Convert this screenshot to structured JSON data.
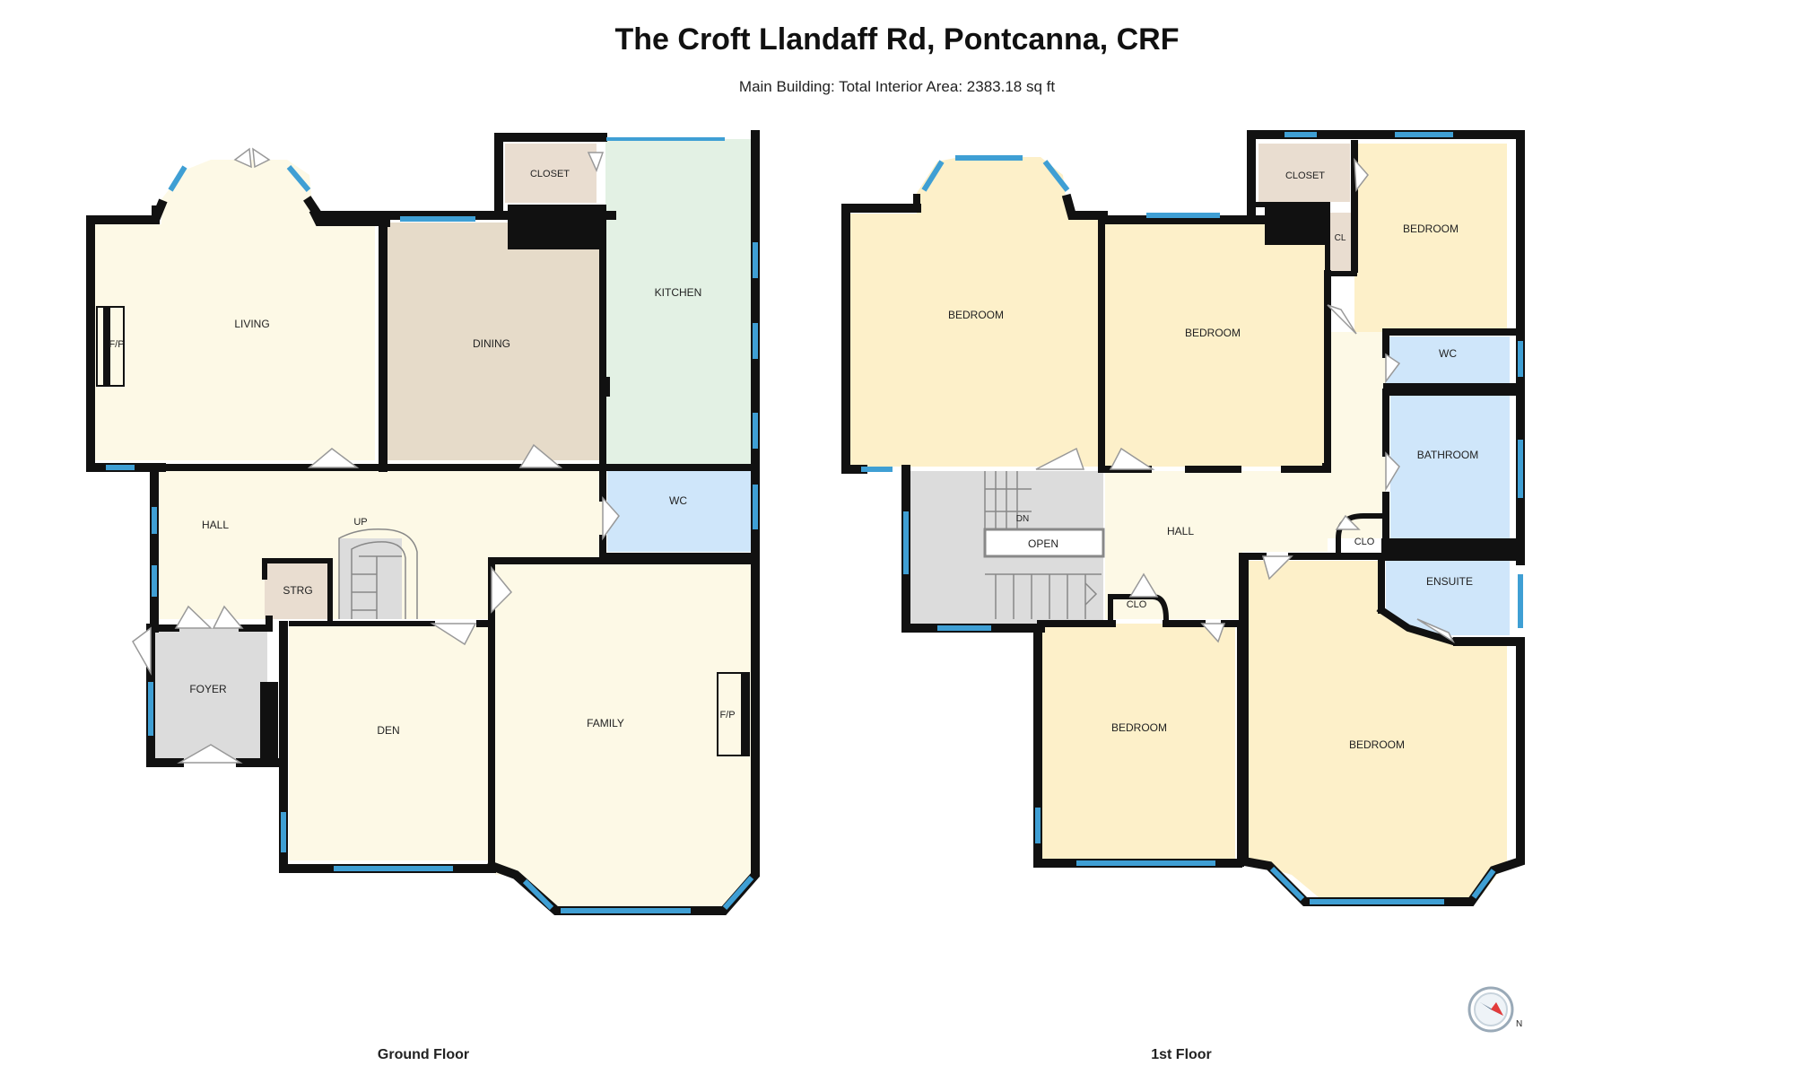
{
  "title": "The Croft Llandaff Rd, Pontcanna, CRF",
  "subtitle": "Main Building: Total Interior Area: 2383.18 sq ft",
  "floors": {
    "ground": {
      "label": "Ground Floor",
      "rooms": [
        {
          "key": "living",
          "label": "LIVING"
        },
        {
          "key": "fp1",
          "label": "F/P"
        },
        {
          "key": "closet",
          "label": "CLOSET"
        },
        {
          "key": "dining",
          "label": "DINING"
        },
        {
          "key": "kitchen",
          "label": "KITCHEN"
        },
        {
          "key": "hall",
          "label": "HALL"
        },
        {
          "key": "up",
          "label": "UP"
        },
        {
          "key": "wc",
          "label": "WC"
        },
        {
          "key": "strg",
          "label": "STRG"
        },
        {
          "key": "foyer",
          "label": "FOYER"
        },
        {
          "key": "den",
          "label": "DEN"
        },
        {
          "key": "family",
          "label": "FAMILY"
        },
        {
          "key": "fp2",
          "label": "F/P"
        }
      ]
    },
    "first": {
      "label": "1st Floor",
      "rooms": [
        {
          "key": "bed1",
          "label": "BEDROOM"
        },
        {
          "key": "bed2",
          "label": "BEDROOM"
        },
        {
          "key": "closet",
          "label": "CLOSET"
        },
        {
          "key": "cl",
          "label": "CL"
        },
        {
          "key": "bed3",
          "label": "BEDROOM"
        },
        {
          "key": "wc",
          "label": "WC"
        },
        {
          "key": "bathroom",
          "label": "BATHROOM"
        },
        {
          "key": "dn",
          "label": "DN"
        },
        {
          "key": "open",
          "label": "OPEN"
        },
        {
          "key": "hall",
          "label": "HALL"
        },
        {
          "key": "clo1",
          "label": "CLO"
        },
        {
          "key": "clo2",
          "label": "CLO"
        },
        {
          "key": "ensuite",
          "label": "ENSUITE"
        },
        {
          "key": "bed4",
          "label": "BEDROOM"
        },
        {
          "key": "bed5",
          "label": "BEDROOM"
        }
      ]
    }
  },
  "compass": {
    "label": "N",
    "icon": "compass-icon"
  },
  "colors": {
    "living": "#fdf9e6",
    "dining": "#e6dbc9",
    "kitchen": "#e3f1e4",
    "closet": "#e9ddd0",
    "hall": "#fdf9e6",
    "wc": "#cfe6fa",
    "foyer": "#dcdcdc",
    "strg": "#e9ddd0",
    "bedroom": "#fdf0c9",
    "stairs": "#dcdcdc",
    "wall": "#111111",
    "window": "#3f9fd4"
  }
}
